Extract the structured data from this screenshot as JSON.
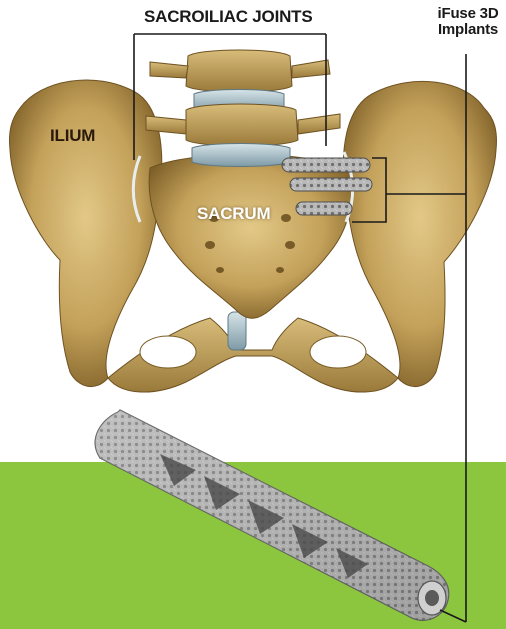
{
  "labels": {
    "sacroiliac_joints": "SACROILIAC JOINTS",
    "ifuse_line1": "iFuse 3D",
    "ifuse_line2": "Implants",
    "ilium": "ILIUM",
    "sacrum": "SACRUM"
  },
  "colors": {
    "green_band": "#8cc63f",
    "bone": "#c8a862",
    "bone_dark": "#8a6a2c",
    "implant": "#9a9a9a",
    "callout_line": "#1a1a1a"
  }
}
